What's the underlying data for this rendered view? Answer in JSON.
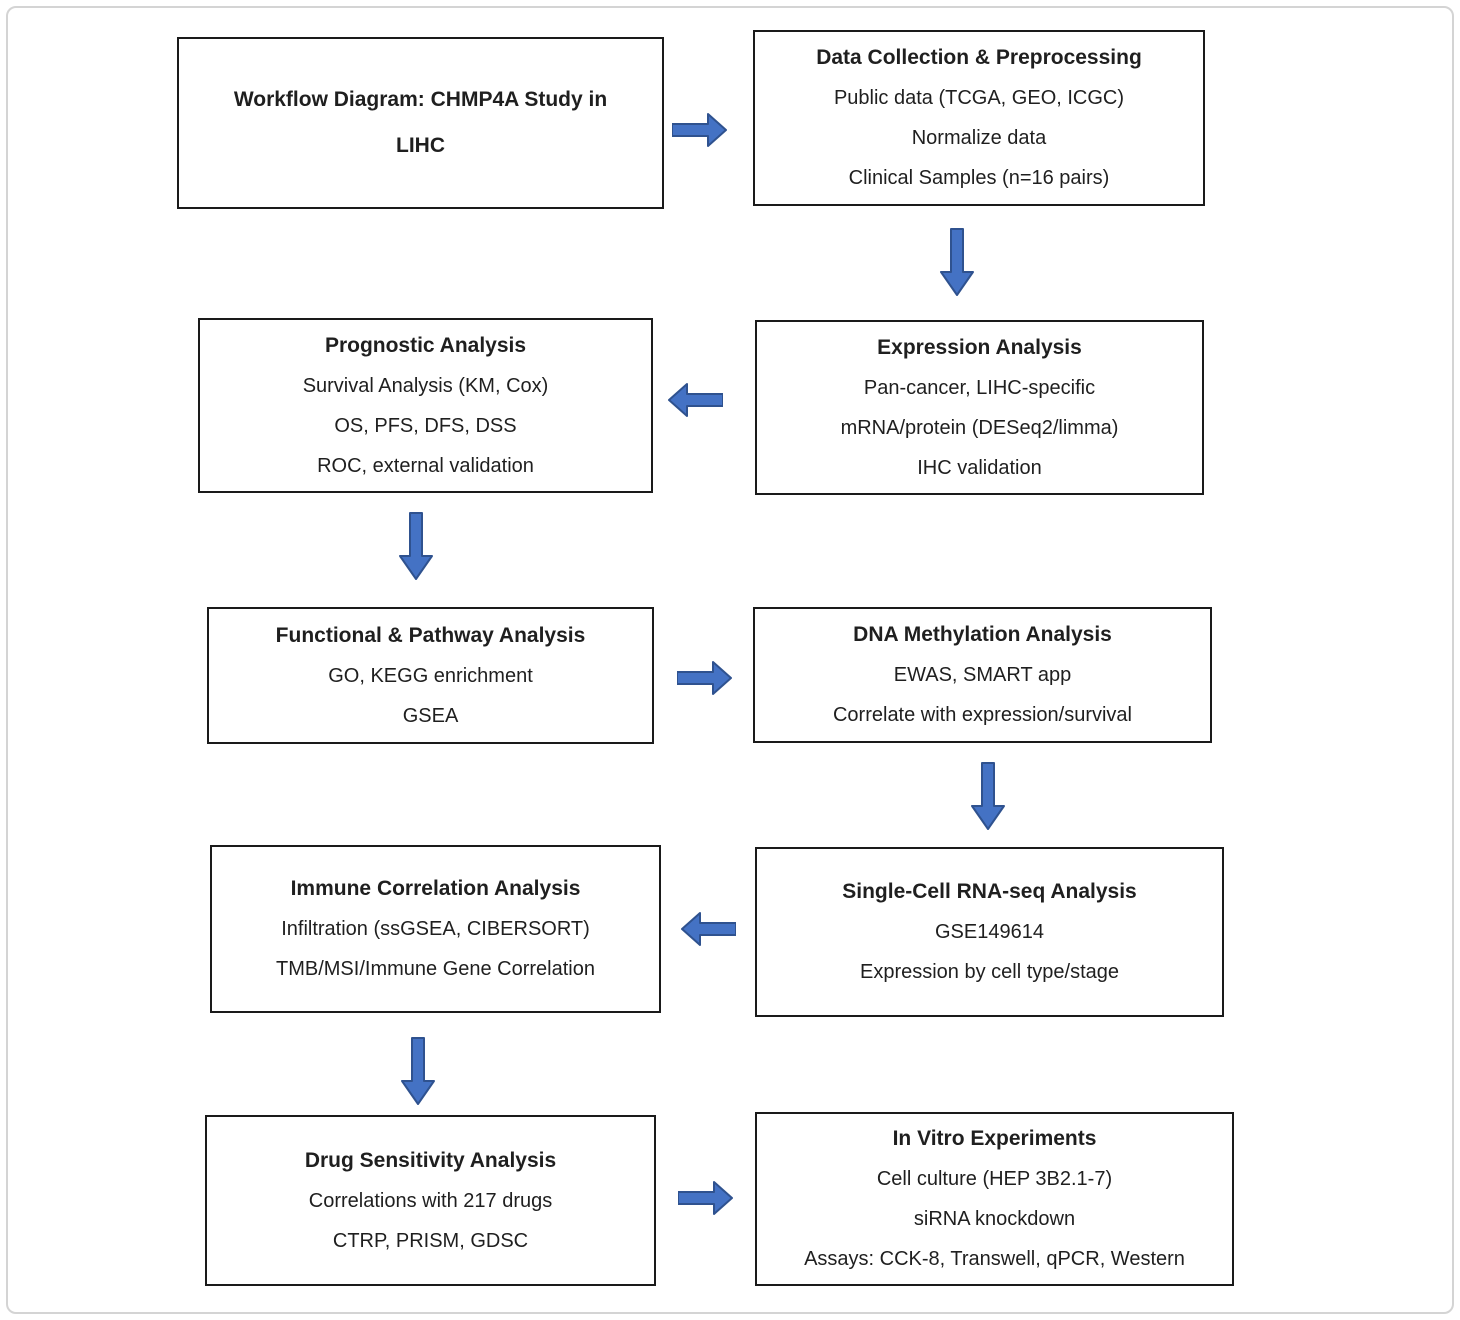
{
  "frame": {
    "border_color": "#d4d4d4",
    "background": "#ffffff"
  },
  "arrow": {
    "fill": "#4472C4",
    "stroke": "#2F528F"
  },
  "boxes": {
    "workflow_title": {
      "title": "Workflow Diagram: CHMP4A Study in LIHC",
      "lines": []
    },
    "data_collection": {
      "title": "Data Collection & Preprocessing",
      "lines": [
        "Public data (TCGA, GEO, ICGC)",
        "Normalize data",
        "Clinical Samples (n=16 pairs)"
      ]
    },
    "prognostic": {
      "title": "Prognostic Analysis",
      "lines": [
        "Survival Analysis (KM, Cox)",
        "OS, PFS, DFS, DSS",
        "ROC, external validation"
      ]
    },
    "expression": {
      "title": "Expression Analysis",
      "lines": [
        "Pan-cancer, LIHC-specific",
        "mRNA/protein (DESeq2/limma)",
        "IHC validation"
      ]
    },
    "functional": {
      "title": "Functional & Pathway Analysis",
      "lines": [
        "GO, KEGG enrichment",
        "GSEA"
      ]
    },
    "methylation": {
      "title": "DNA Methylation Analysis",
      "lines": [
        "EWAS, SMART app",
        "Correlate with expression/survival"
      ]
    },
    "immune": {
      "title": "Immune Correlation Analysis",
      "lines": [
        "Infiltration (ssGSEA, CIBERSORT)",
        "TMB/MSI/Immune Gene Correlation"
      ]
    },
    "single_cell": {
      "title": "Single-Cell RNA-seq Analysis",
      "lines": [
        "GSE149614",
        "Expression by cell type/stage"
      ]
    },
    "drug_sensitivity": {
      "title": "Drug Sensitivity Analysis",
      "lines": [
        "Correlations with 217 drugs",
        "CTRP, PRISM, GDSC"
      ]
    },
    "in_vitro": {
      "title": "In Vitro Experiments",
      "lines": [
        "Cell culture (HEP 3B2.1-7)",
        "siRNA knockdown",
        "Assays: CCK-8, Transwell, qPCR, Western"
      ]
    }
  },
  "edges": [
    {
      "from": "workflow_title",
      "to": "data_collection",
      "direction": "right"
    },
    {
      "from": "data_collection",
      "to": "expression",
      "direction": "down"
    },
    {
      "from": "expression",
      "to": "prognostic",
      "direction": "left"
    },
    {
      "from": "prognostic",
      "to": "functional",
      "direction": "down"
    },
    {
      "from": "functional",
      "to": "methylation",
      "direction": "right"
    },
    {
      "from": "methylation",
      "to": "single_cell",
      "direction": "down"
    },
    {
      "from": "single_cell",
      "to": "immune",
      "direction": "left"
    },
    {
      "from": "immune",
      "to": "drug_sensitivity",
      "direction": "down"
    },
    {
      "from": "drug_sensitivity",
      "to": "in_vitro",
      "direction": "right"
    }
  ]
}
